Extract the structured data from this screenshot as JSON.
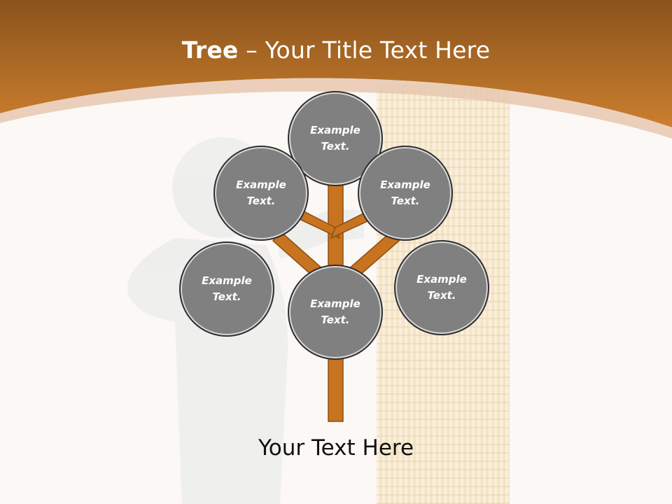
{
  "title": {
    "bold": "Tree",
    "rest": " – Your Title Text Here"
  },
  "bubbles": [
    {
      "text": "Example Text."
    },
    {
      "text": "Example Text."
    },
    {
      "text": "Example Text."
    },
    {
      "text": "Example Text."
    },
    {
      "text": "Example Text."
    },
    {
      "text": "Example Text."
    }
  ],
  "footer": {
    "text": "Your Text Here"
  },
  "colors": {
    "header": "#c47a2c",
    "trunk": "#c8731f",
    "bubble_fill": "#808080",
    "background": "#fbf8f5"
  }
}
